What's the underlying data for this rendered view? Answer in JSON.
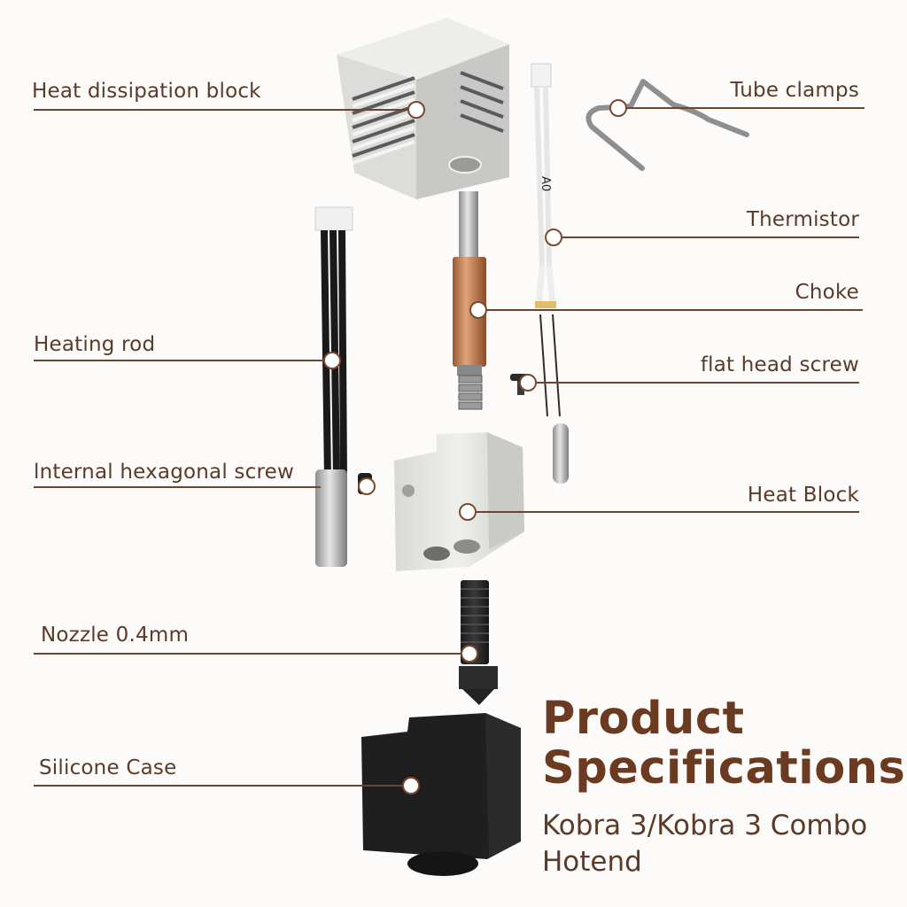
{
  "header": {
    "title_line1": "Product",
    "title_line2": "Specifications",
    "subtitle_line1": "Kobra 3/Kobra 3 Combo",
    "subtitle_line2": "Hotend"
  },
  "colors": {
    "background": "#fdfbfa",
    "label_text": "#5a3a28",
    "title_text": "#6a3b20",
    "callout_line": "#6b4530",
    "marker_ring": "#7a4a2e"
  },
  "callouts": [
    {
      "id": "heat-dissipation-block",
      "label": "Heat dissipation block",
      "side": "left"
    },
    {
      "id": "tube-clamps",
      "label": "Tube clamps",
      "side": "right"
    },
    {
      "id": "thermistor",
      "label": "Thermistor",
      "side": "right"
    },
    {
      "id": "choke",
      "label": "Choke",
      "side": "right"
    },
    {
      "id": "heating-rod",
      "label": "Heating rod",
      "side": "left"
    },
    {
      "id": "flat-head-screw",
      "label": "flat head screw",
      "side": "right"
    },
    {
      "id": "internal-hexagonal-screw",
      "label": "lnternal hexagonal screw",
      "side": "left"
    },
    {
      "id": "heat-block",
      "label": "Heat Block",
      "side": "right"
    },
    {
      "id": "nozzle",
      "label": "Nozzle 0.4mm",
      "side": "left"
    },
    {
      "id": "silicone-case",
      "label": "Silicone Case",
      "side": "left"
    }
  ]
}
